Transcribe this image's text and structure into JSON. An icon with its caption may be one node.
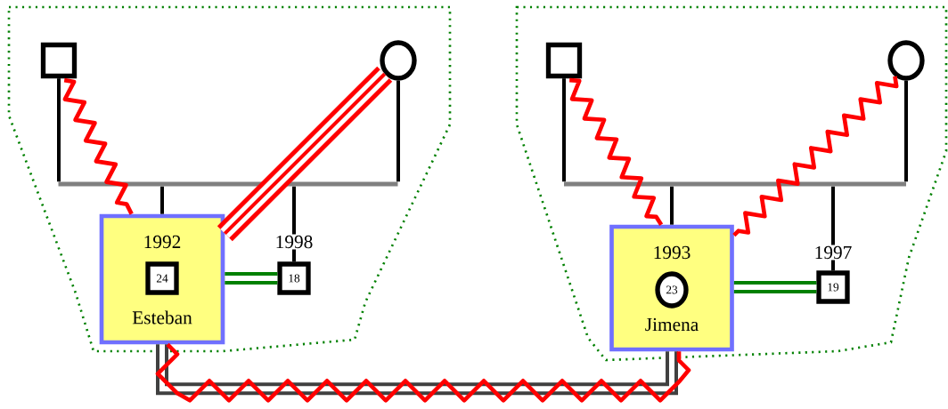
{
  "diagram": {
    "nodes": [
      {
        "text": [],
        "shape": "box"
      },
      {
        "text": [],
        "shape": "box",
        "in": 0
      },
      {
        "text": [],
        "shape": "circle",
        "in": 0
      },
      {
        "text": [],
        "shape": "bar",
        "in": 0
      },
      {
        "text": [
          "1992",
          "Esteban"
        ],
        "in": 0
      },
      {
        "text": [
          "24"
        ],
        "in": 4
      },
      {
        "text": [
          "18"
        ],
        "beside": [
          "1998"
        ],
        "in": 0
      },
      {
        "text": [],
        "shape": "box"
      },
      {
        "text": [],
        "shape": "box",
        "in": 7
      },
      {
        "text": [],
        "shape": "circle",
        "in": 7
      },
      {
        "text": [],
        "shape": "bar",
        "in": 7
      },
      {
        "text": [
          "1993",
          "Jimena"
        ],
        "in": 7
      },
      {
        "text": [
          "23"
        ],
        "in": 11
      },
      {
        "text": [
          "19"
        ],
        "beside": [
          "1997"
        ],
        "in": 7
      }
    ],
    "edges": [
      {
        "from": 1,
        "to": 3,
        "arrow": "none"
      },
      {
        "from": 2,
        "to": 3,
        "arrow": "none"
      },
      {
        "from": 3,
        "to": 4,
        "arrow": "none"
      },
      {
        "from": 3,
        "to": 6,
        "arrow": "none"
      },
      {
        "from": 1,
        "to": 4,
        "arrow": "none",
        "color": "#ff0000"
      },
      {
        "from": 2,
        "to": 4,
        "arrow": "none",
        "style": "thick",
        "color": "#ff0000"
      },
      {
        "from": 4,
        "to": 6,
        "arrow": "none",
        "style": "thick",
        "color": "#008000"
      },
      {
        "from": 8,
        "to": 10,
        "arrow": "none"
      },
      {
        "from": 9,
        "to": 10,
        "arrow": "none"
      },
      {
        "from": 10,
        "to": 11,
        "arrow": "none"
      },
      {
        "from": 10,
        "to": 13,
        "arrow": "none"
      },
      {
        "from": 8,
        "to": 11,
        "arrow": "none",
        "color": "#ff0000"
      },
      {
        "from": 9,
        "to": 11,
        "arrow": "none",
        "color": "#ff0000"
      },
      {
        "from": 11,
        "to": 13,
        "arrow": "none",
        "style": "thick",
        "color": "#008000"
      },
      {
        "from": 4,
        "to": 11,
        "arrow": "none",
        "style": "thick",
        "color": "#404040"
      },
      {
        "from": 4,
        "to": 11,
        "arrow": "none",
        "color": "#ff0000"
      }
    ]
  }
}
